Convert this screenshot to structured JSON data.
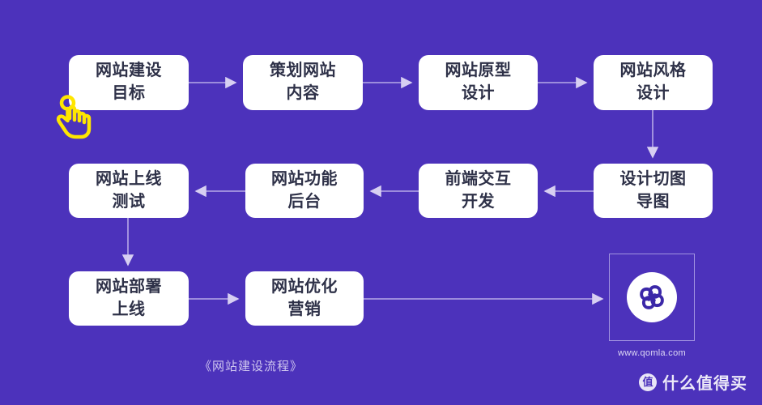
{
  "page": {
    "background_color": "#4c32bb",
    "caption": "《网站建设流程》",
    "node_fill": "#ffffff",
    "node_text_color": "#2e3148",
    "connector_color": "#b7a9e8",
    "cursor_color": "#ffe600"
  },
  "nodes": [
    {
      "id": "n1",
      "line1": "网站建设",
      "line2": "目标"
    },
    {
      "id": "n2",
      "line1": "策划网站",
      "line2": "内容"
    },
    {
      "id": "n3",
      "line1": "网站原型",
      "line2": "设计"
    },
    {
      "id": "n4",
      "line1": "网站风格",
      "line2": "设计"
    },
    {
      "id": "n5",
      "line1": "网站上线",
      "line2": "测试"
    },
    {
      "id": "n6",
      "line1": "网站功能",
      "line2": "后台"
    },
    {
      "id": "n7",
      "line1": "前端交互",
      "line2": "开发"
    },
    {
      "id": "n8",
      "line1": "设计切图",
      "line2": "导图"
    },
    {
      "id": "n9",
      "line1": "网站部署",
      "line2": "上线"
    },
    {
      "id": "n10",
      "line1": "网站优化",
      "line2": "营销"
    }
  ],
  "logo": {
    "url_label": "www.qomla.com",
    "mark_name": "qomla-clover-logo",
    "mark_color": "#3b28a8"
  },
  "watermark": {
    "badge_char": "值",
    "text": "什么值得买"
  }
}
